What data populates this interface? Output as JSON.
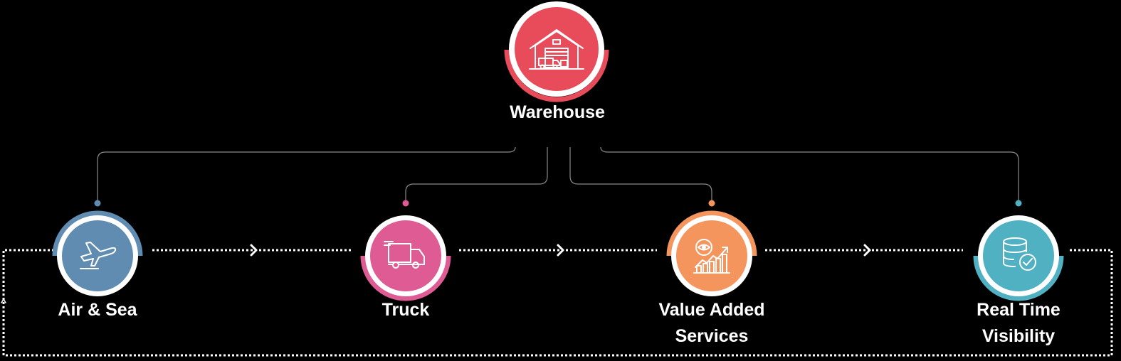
{
  "hub": {
    "label": "Warehouse",
    "icon": "warehouse-icon",
    "color": "#e84b5a"
  },
  "nodes": [
    {
      "id": "air-sea",
      "label": "Air & Sea",
      "icon": "airplane-icon",
      "color": "#5f8cb0"
    },
    {
      "id": "truck",
      "label": "Truck",
      "icon": "truck-icon",
      "color": "#de5b93"
    },
    {
      "id": "value-added",
      "label": "Value Added Services",
      "label_lines": [
        "Value Added",
        "Services"
      ],
      "icon": "analytics-chart-icon",
      "color": "#f5955e"
    },
    {
      "id": "real-time",
      "label": "Real Time Visibility",
      "label_lines": [
        "Real Time",
        "Visibility"
      ],
      "icon": "database-check-icon",
      "color": "#4fb1c2"
    }
  ],
  "connector_color": "#8a8a8a",
  "flow_color": "#ffffff"
}
